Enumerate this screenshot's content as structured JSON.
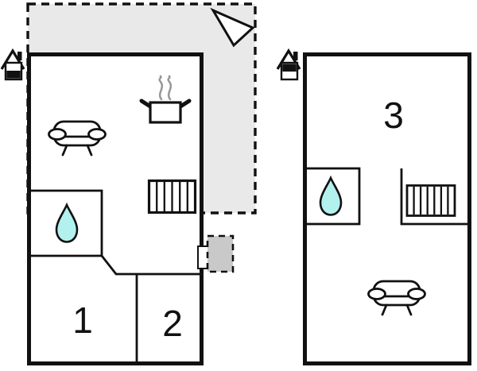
{
  "colors": {
    "background": "#ffffff",
    "wall": "#111111",
    "terrace_fill": "#e9e9e9",
    "step_fill": "#c9c9c9",
    "water": "#b3f1ef",
    "steam": "#999999"
  },
  "floorplan": {
    "ground_floor": {
      "rooms": [
        {
          "label": "1"
        },
        {
          "label": "2"
        }
      ],
      "features": [
        "terrace",
        "north-arrow-icon",
        "fireplace-icon",
        "sofa-icon",
        "cooking-pot-icon",
        "crib-icon",
        "water-drop-icon",
        "entrance-door",
        "entrance-step"
      ]
    },
    "annex": {
      "rooms": [
        {
          "label": "3"
        }
      ],
      "features": [
        "fireplace-icon",
        "water-drop-icon",
        "crib-icon",
        "sofa-icon"
      ]
    }
  }
}
